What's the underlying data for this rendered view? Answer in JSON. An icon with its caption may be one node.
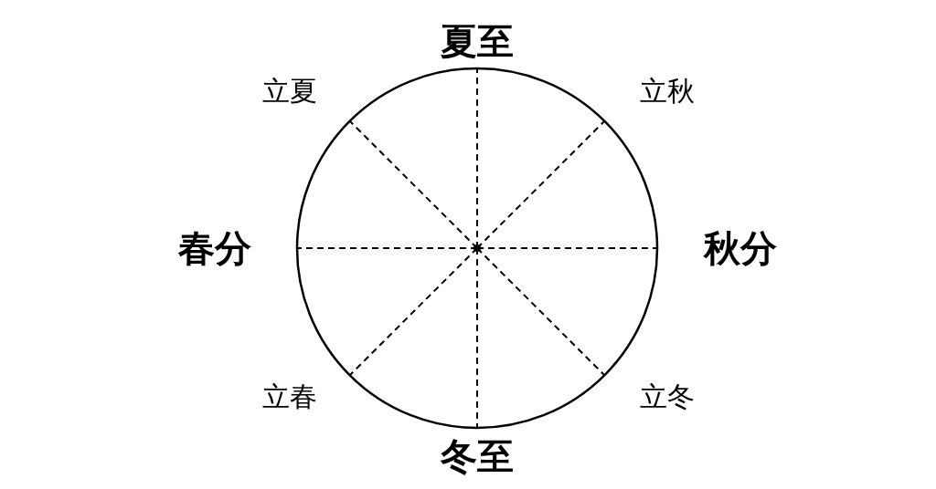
{
  "diagram": {
    "labels": [
      "夏至",
      "立夏",
      "立秋",
      "春分",
      "秋分",
      "立春",
      "立冬",
      "冬至"
    ]
  }
}
